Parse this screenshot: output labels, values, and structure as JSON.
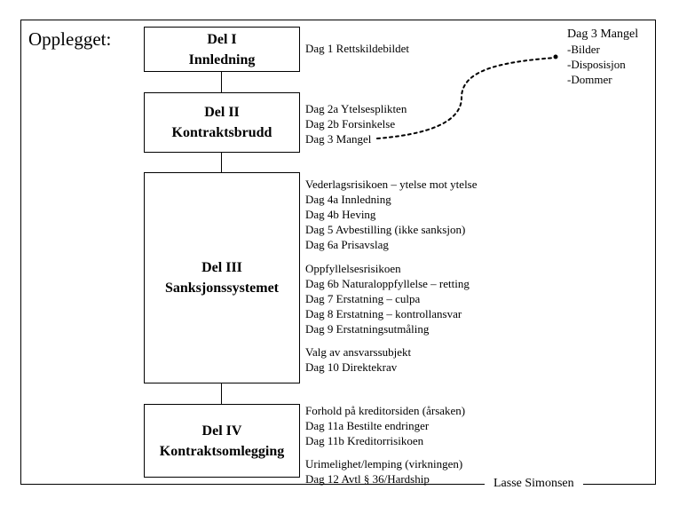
{
  "title": "Opplegget:",
  "author": "Lasse Simonsen",
  "parts": [
    {
      "number": "Del I",
      "name": "Innledning"
    },
    {
      "number": "Del II",
      "name": "Kontraktsbrudd"
    },
    {
      "number": "Del III",
      "name": "Sanksjonssystemet"
    },
    {
      "number": "Del IV",
      "name": "Kontraktsomlegging"
    }
  ],
  "lists": {
    "part1": [
      "Dag 1 Rettskildebildet"
    ],
    "part2": [
      "Dag 2a Ytelsesplikten",
      "Dag 2b Forsinkelse",
      "Dag 3 Mangel"
    ],
    "part3_group1": [
      "Vederlagsrisikoen – ytelse mot ytelse",
      "Dag 4a Innledning",
      "Dag 4b Heving",
      "Dag 5 Avbestilling (ikke sanksjon)",
      "Dag 6a Prisavslag"
    ],
    "part3_group2": [
      "Oppfyllelsesrisikoen",
      "Dag 6b Naturaloppfyllelse – retting",
      "Dag 7 Erstatning – culpa",
      "Dag 8 Erstatning – kontrollansvar",
      "Dag 9 Erstatningsutmåling"
    ],
    "part3_group3": [
      "Valg av ansvarssubjekt",
      "Dag 10 Direktekrav"
    ],
    "part4_group1": [
      "Forhold på kreditorsiden (årsaken)",
      "Dag 11a Bestilte endringer",
      "Dag 11b Kreditorrisikoen"
    ],
    "part4_group2": [
      "Urimelighet/lemping (virkningen)",
      "Dag 12 Avtl § 36/Hardship"
    ]
  },
  "callout": {
    "heading": "Dag 3 Mangel",
    "items": [
      "-Bilder",
      "-Disposisjon",
      "-Dommer"
    ]
  }
}
